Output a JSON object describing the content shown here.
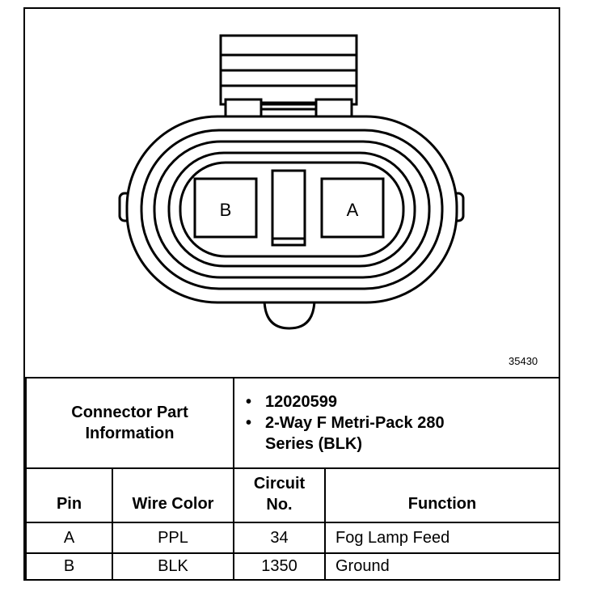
{
  "figure_number": "35430",
  "connector": {
    "pin_labels": [
      "B",
      "A"
    ],
    "info_label": "Connector Part Information",
    "info_items": [
      "12020599",
      "2-Way F Metri-Pack 280 Series (BLK)"
    ]
  },
  "table": {
    "headers": [
      "Pin",
      "Wire Color",
      "Circuit No.",
      "Function"
    ],
    "rows": [
      {
        "pin": "A",
        "wire_color": "PPL",
        "circuit": "34",
        "function": "Fog Lamp Feed"
      },
      {
        "pin": "B",
        "wire_color": "BLK",
        "circuit": "1350",
        "function": "Ground"
      }
    ]
  }
}
